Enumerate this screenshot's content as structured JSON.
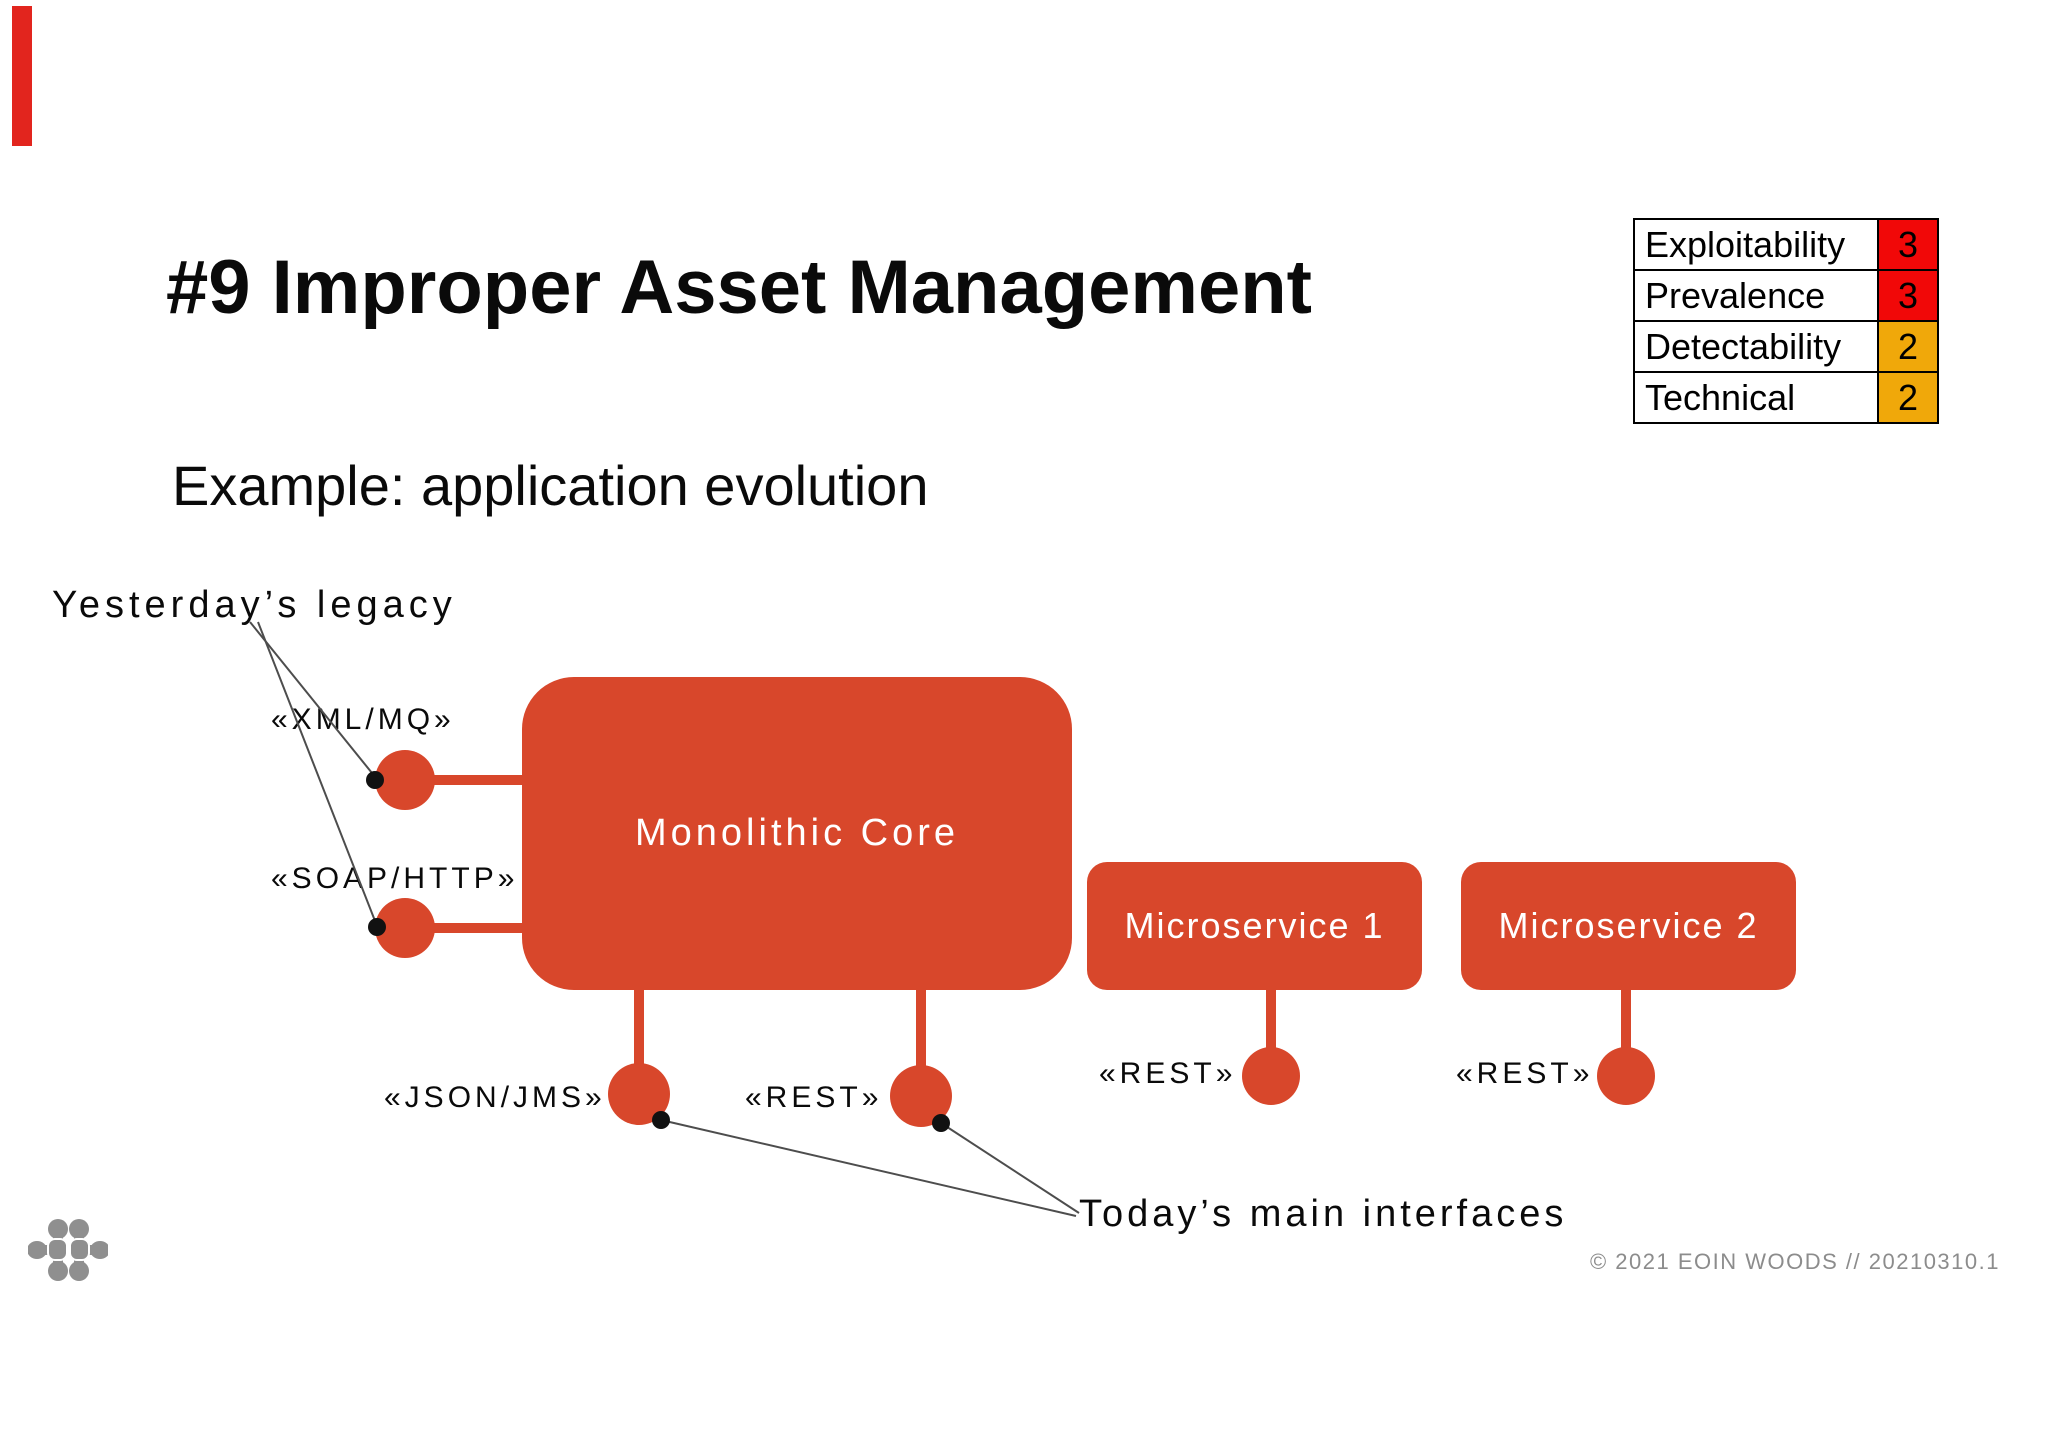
{
  "slide": {
    "title": "#9 Improper Asset Management",
    "subtitle": "Example: application evolution",
    "copyright": "© 2021 EOIN WOODS  // 20210310.1"
  },
  "risk_table": {
    "rows": [
      {
        "label": "Exploitability",
        "value": "3",
        "level": "high"
      },
      {
        "label": "Prevalence",
        "value": "3",
        "level": "high"
      },
      {
        "label": "Detectability",
        "value": "2",
        "level": "medium"
      },
      {
        "label": "Technical",
        "value": "2",
        "level": "medium"
      }
    ],
    "colors": {
      "high": "#F10808",
      "medium": "#F0A80A",
      "border": "#000000"
    }
  },
  "diagram": {
    "annotations": {
      "legacy": "Yesterday’s legacy",
      "today": "Today’s main interfaces"
    },
    "nodes": {
      "monolith": "Monolithic Core",
      "micro1": "Microservice 1",
      "micro2": "Microservice 2"
    },
    "interfaces": {
      "xml_mq": "«XML/MQ»",
      "soap_http": "«SOAP/HTTP»",
      "json_jms": "«JSON/JMS»",
      "rest_mono": "«REST»",
      "rest_micro1": "«REST»",
      "rest_micro2": "«REST»"
    },
    "colors": {
      "shape_red": "#D8472B",
      "accent_bar_red": "#E2251E",
      "annotation_line_gray": "#4d4d4d",
      "dot_black": "#111111",
      "logo_gray": "#8F8F8F",
      "copyright_gray": "#8C8C8C"
    }
  }
}
